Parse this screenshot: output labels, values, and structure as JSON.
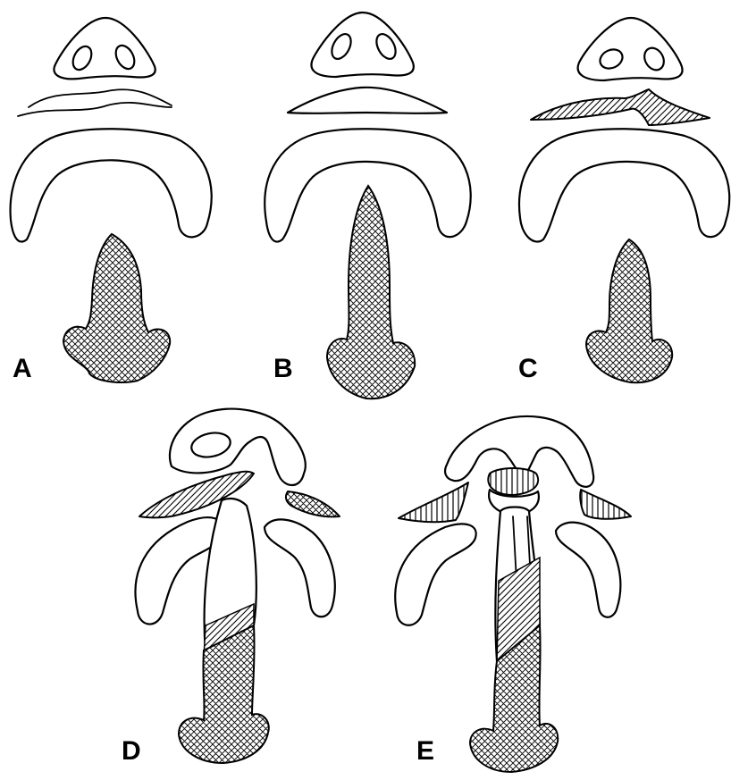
{
  "figure": {
    "panels": [
      {
        "id": "A",
        "label": "A"
      },
      {
        "id": "B",
        "label": "B"
      },
      {
        "id": "C",
        "label": "C"
      },
      {
        "id": "D",
        "label": "D"
      },
      {
        "id": "E",
        "label": "E"
      }
    ],
    "colors": {
      "stroke": "#000000",
      "background": "#ffffff"
    },
    "fill_patterns": [
      "crosshatch",
      "diagonal-hatch",
      "vertical-hatch"
    ]
  }
}
